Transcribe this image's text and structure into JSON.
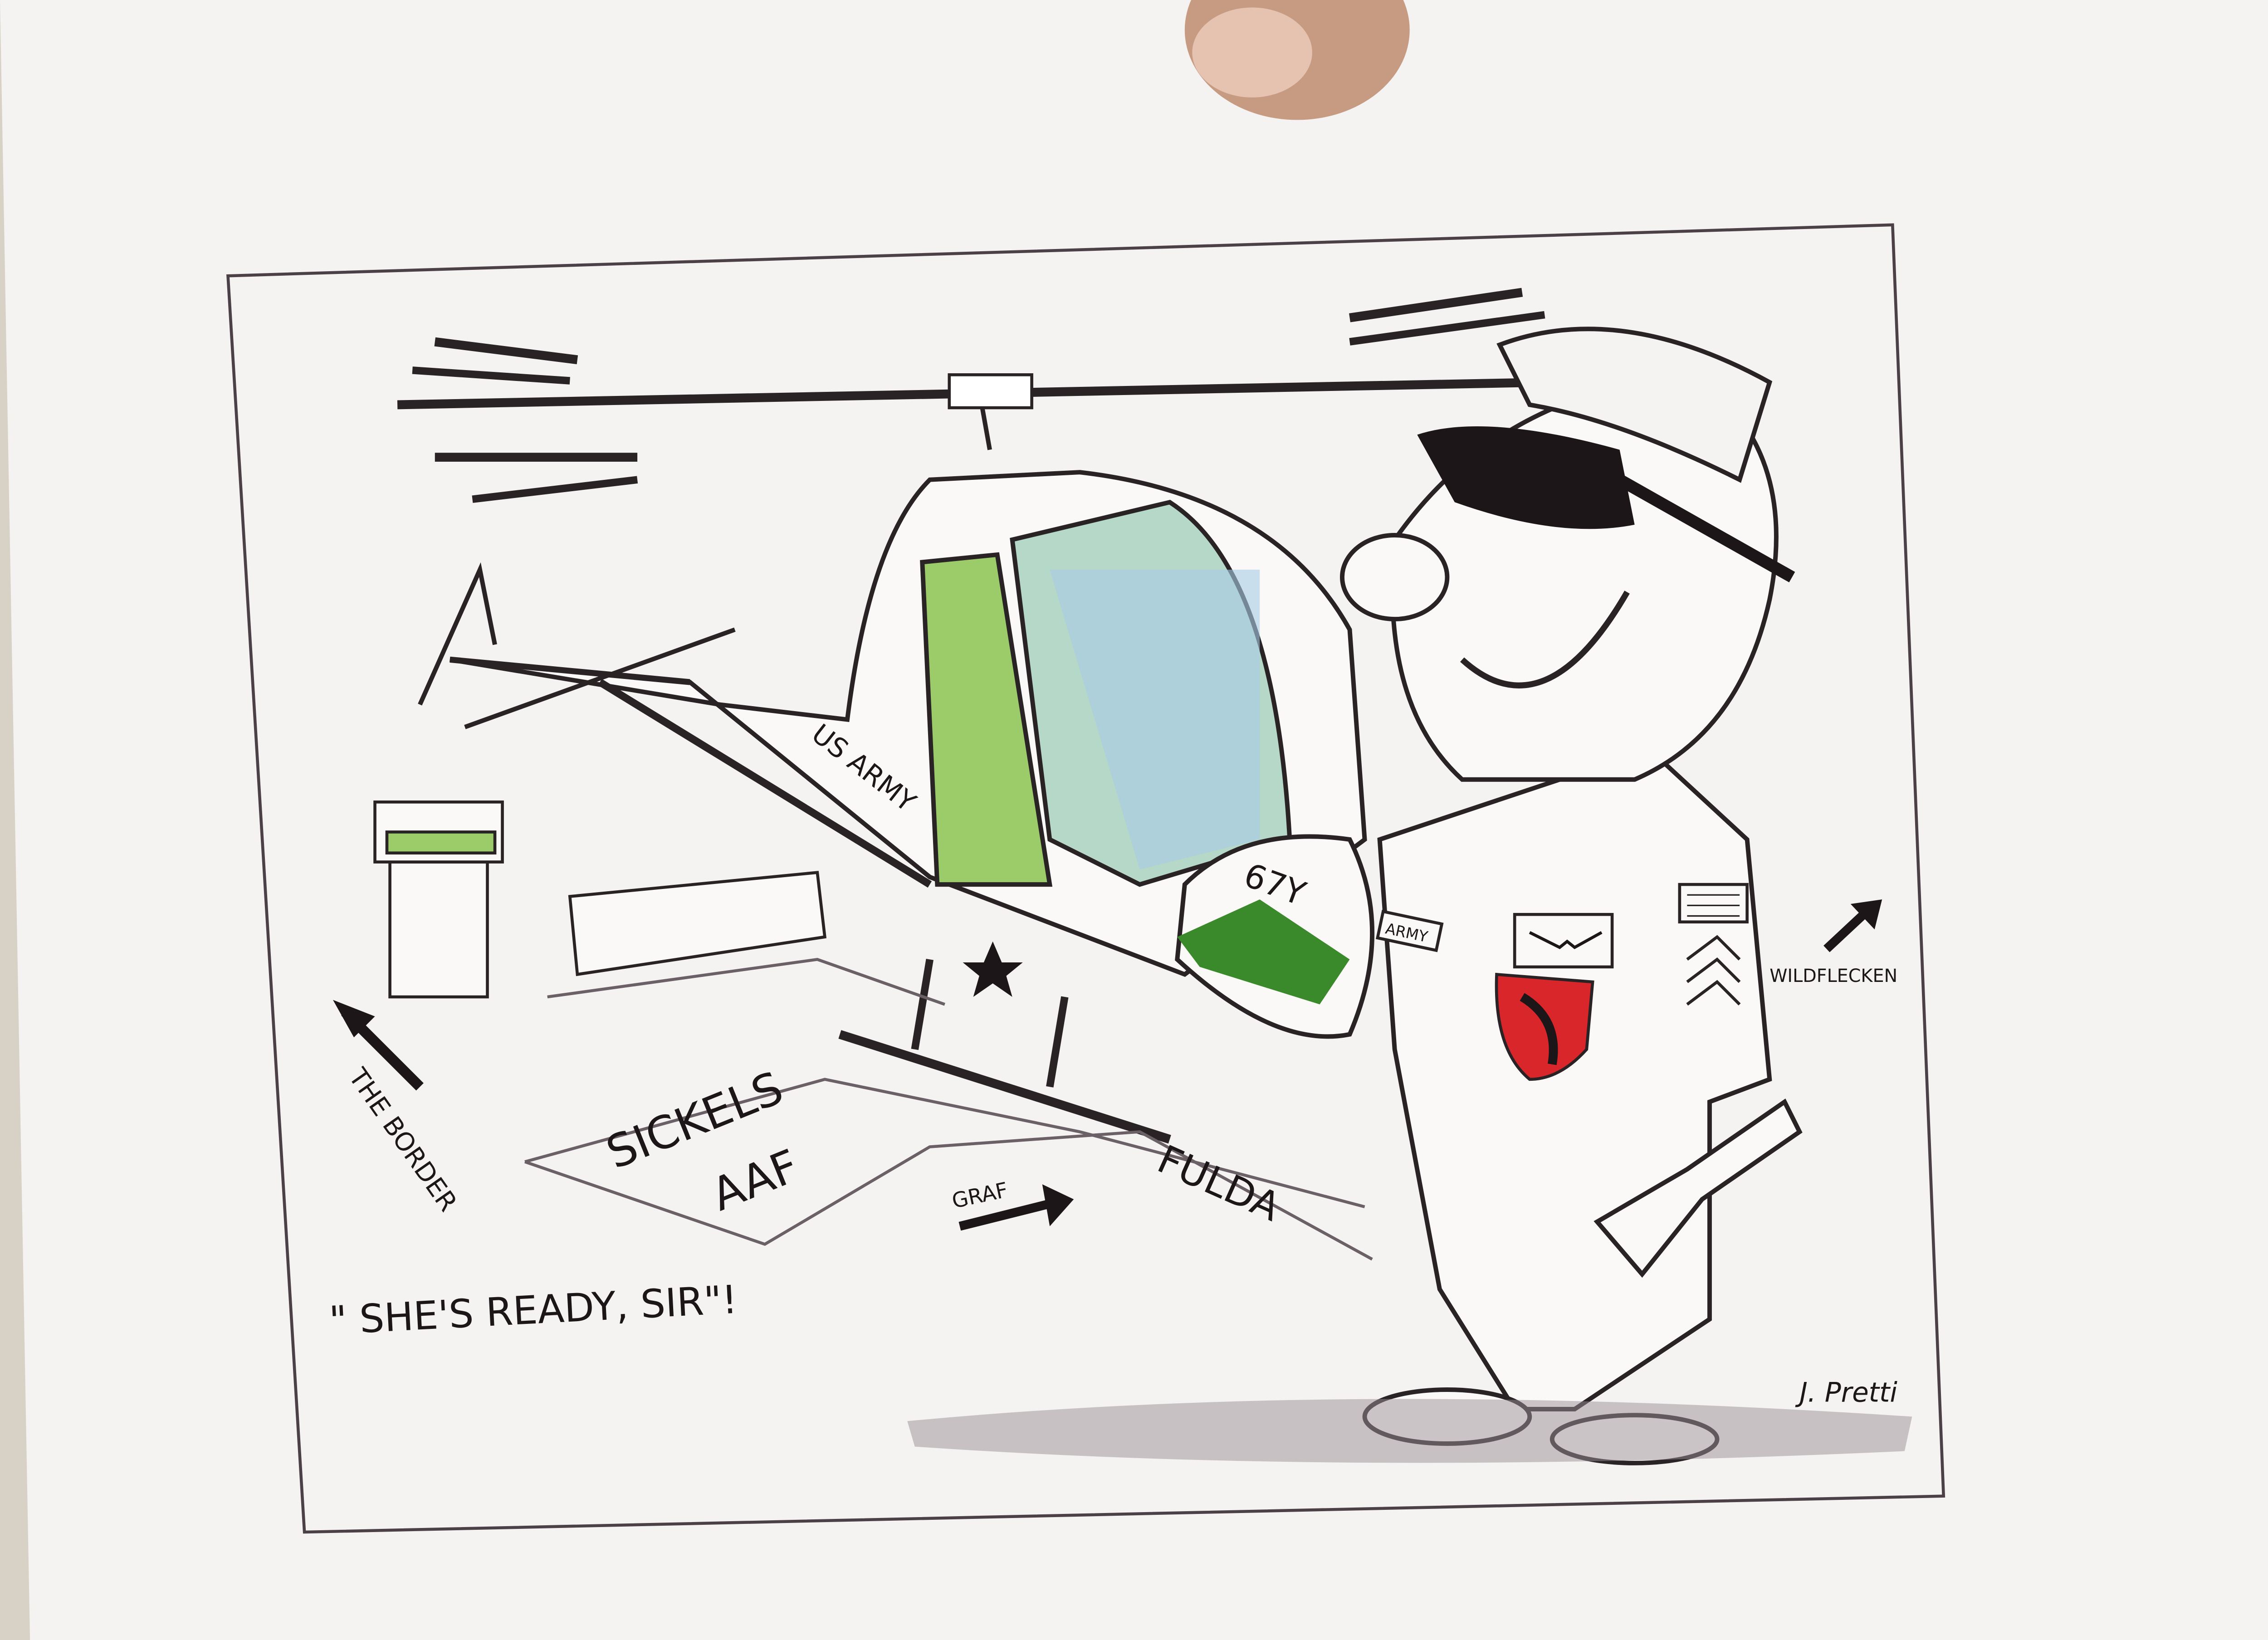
{
  "cartoon": {
    "caption": "\" SHE'S READY, SIR\"!",
    "signature": "J. Pretti",
    "labels": {
      "airfield": "SICKELS",
      "airfield_suffix": "AAF",
      "road_fulda": "FULDA",
      "road_graf": "GRAF",
      "direction_border": "THE BORDER",
      "direction_wildflecken": "WILDFLECKEN",
      "helicopter_tail": "US ARMY",
      "helmet_number": "67Y",
      "name_tape": "ARMY"
    },
    "colors": {
      "paper": "#f4f3f1",
      "ink": "#1c1618",
      "pencil_gray": "#8a8088",
      "canopy_green": "#9ccc6a",
      "canopy_blue": "#a9cbe6",
      "patch_red": "#d8262b",
      "background": "#d9d2c8"
    }
  }
}
